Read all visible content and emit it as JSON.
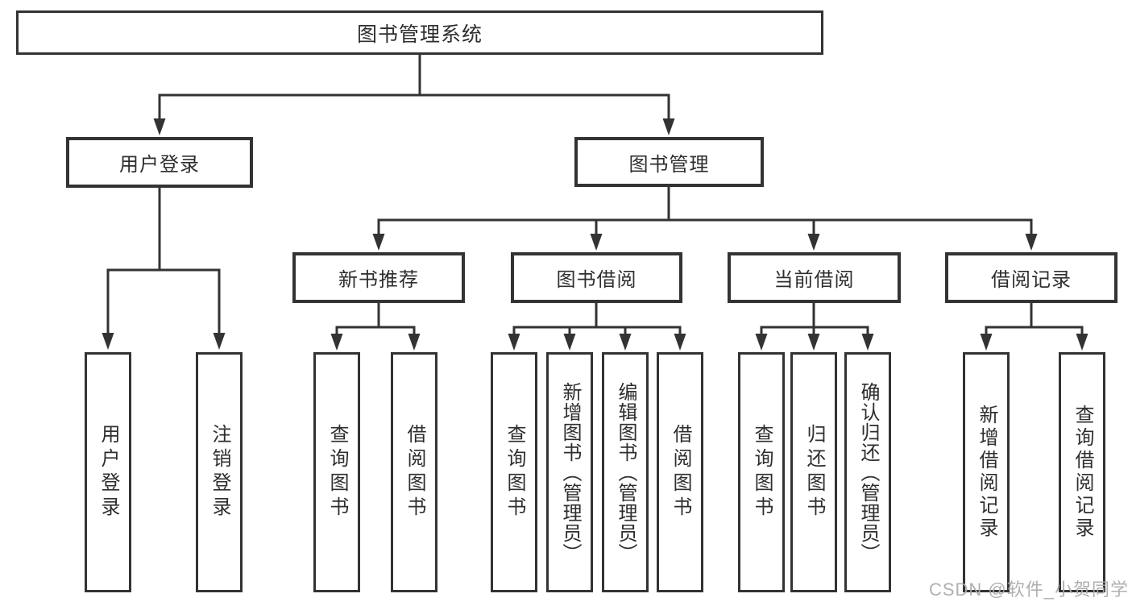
{
  "diagram": {
    "root": {
      "label": "图书管理系统"
    },
    "branches": [
      {
        "label": "用户登录",
        "leaves": [
          {
            "label": "用户登录"
          },
          {
            "label": "注销登录"
          }
        ]
      },
      {
        "label": "图书管理",
        "groups": [
          {
            "label": "新书推荐",
            "leaves": [
              {
                "label": "查询图书"
              },
              {
                "label": "借阅图书"
              }
            ]
          },
          {
            "label": "图书借阅",
            "leaves": [
              {
                "label": "查询图书"
              },
              {
                "label": "新增图书（管理员）"
              },
              {
                "label": "编辑图书（管理员）"
              },
              {
                "label": "借阅图书"
              }
            ]
          },
          {
            "label": "当前借阅",
            "leaves": [
              {
                "label": "查询图书"
              },
              {
                "label": "归还图书"
              },
              {
                "label": "确认归还（管理员）"
              }
            ]
          },
          {
            "label": "借阅记录",
            "leaves": [
              {
                "label": "新增借阅记录"
              },
              {
                "label": "查询借阅记录"
              }
            ]
          }
        ]
      }
    ]
  },
  "watermark": {
    "text": "CSDN @软件_小贺同学"
  },
  "colors": {
    "line": "#333333",
    "text": "#2e2e2e",
    "background": "#ffffff",
    "watermark": "#acacac"
  }
}
